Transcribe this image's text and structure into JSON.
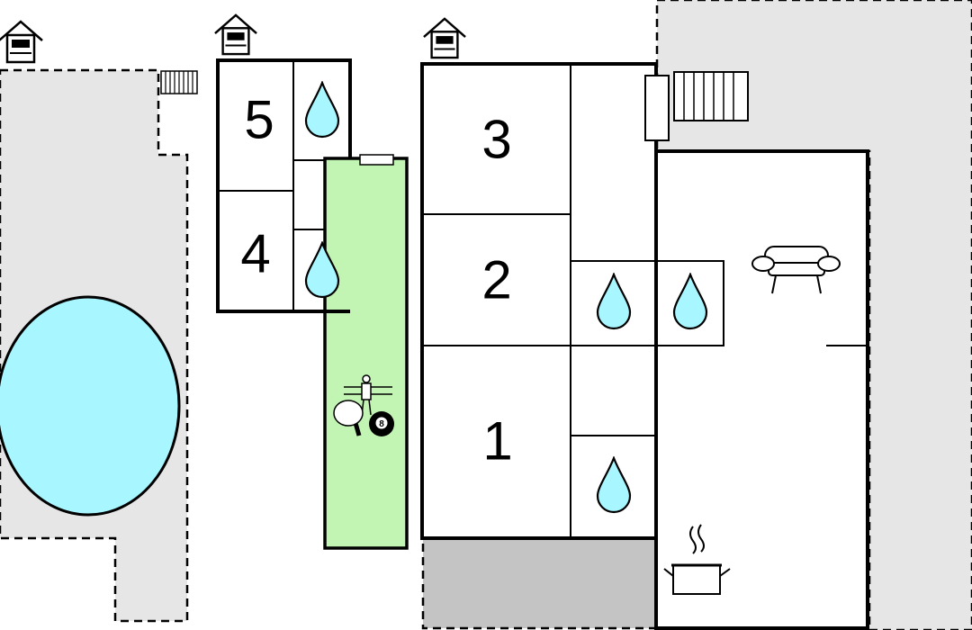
{
  "floor_plan": {
    "rooms": [
      {
        "id": "room-1",
        "label": "1"
      },
      {
        "id": "room-2",
        "label": "2"
      },
      {
        "id": "room-3",
        "label": "3"
      },
      {
        "id": "room-4",
        "label": "4"
      },
      {
        "id": "room-5",
        "label": "5"
      }
    ],
    "icons": {
      "bathroom": "water-drop-icon",
      "entrance": "house-entrance-icon",
      "stairs": "stairs-icon",
      "sofa": "sofa-icon",
      "kitchen": "cooking-pot-icon",
      "table_football": "table-football-icon",
      "table_tennis": "table-tennis-icon",
      "billiards": "billiard-ball-icon"
    },
    "billiard_ball_number": "8",
    "colors": {
      "outdoor_area": "#e6e6e6",
      "pool": "#a8f6ff",
      "game_room": "#c2f4b4",
      "water_drop": "#a8f6ff",
      "covered_area": "#c4c4c4",
      "walls": "#000000"
    }
  }
}
